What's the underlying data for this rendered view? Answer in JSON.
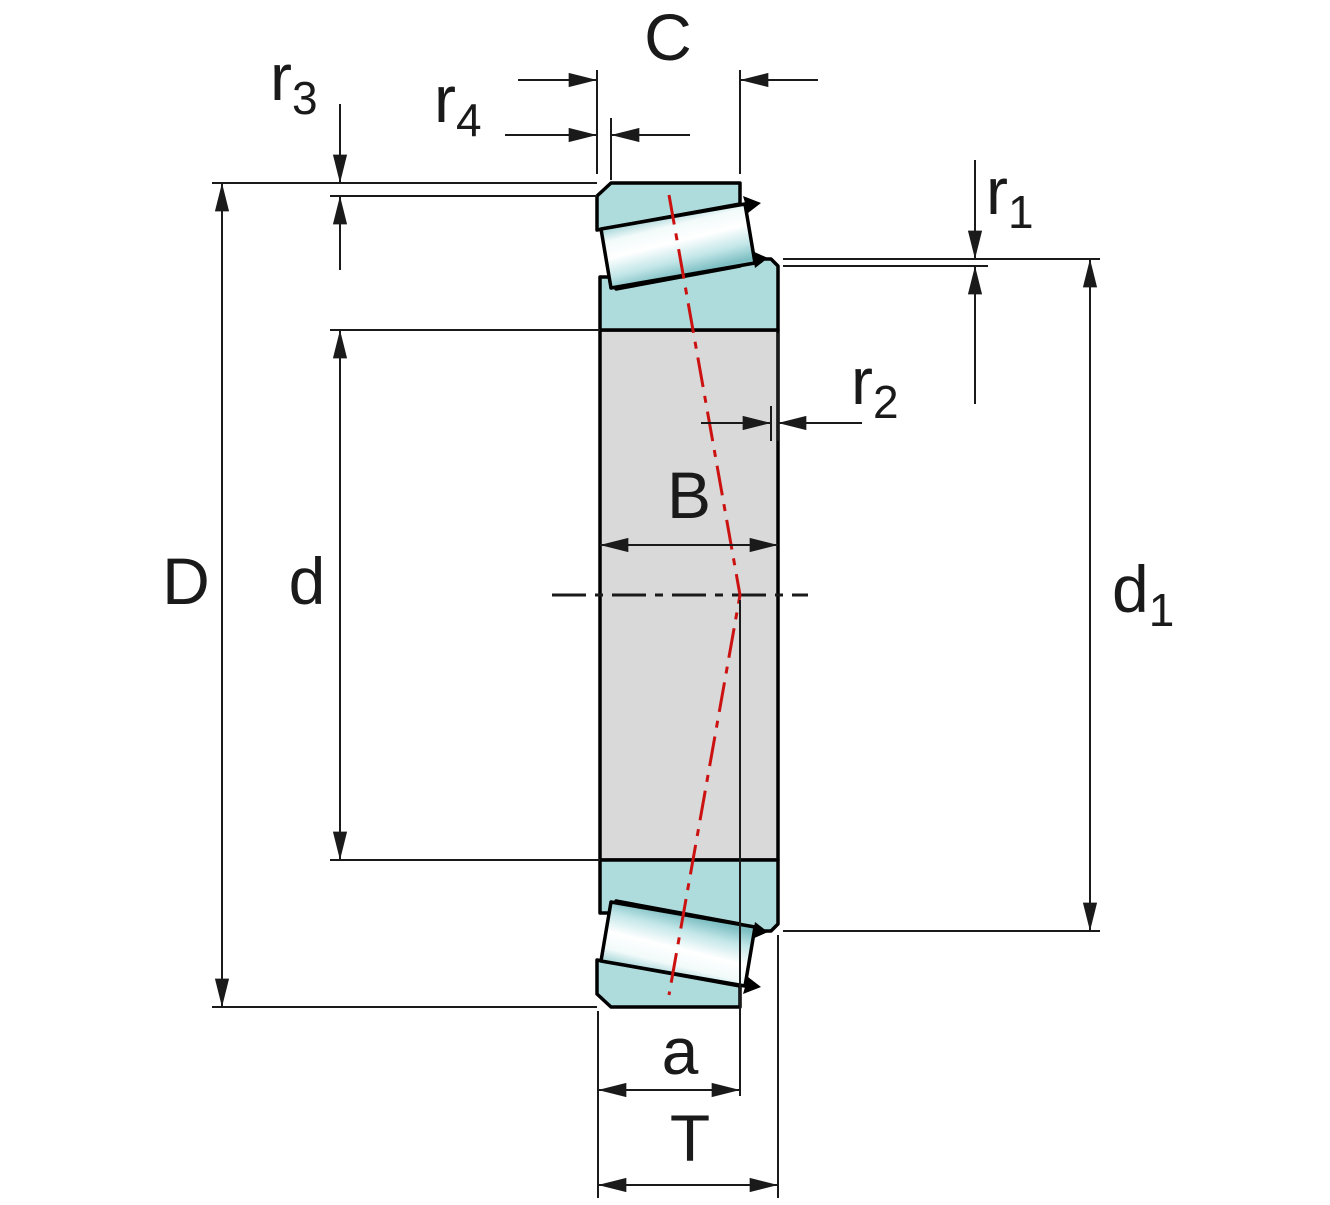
{
  "labels": {
    "outer_diameter": "D",
    "bore_diameter": "d",
    "cup_width": "C",
    "inner_ring_width": "B",
    "pressure_center_distance": "a",
    "total_width": "T",
    "rib_diameter": {
      "base": "d",
      "sub": "1"
    },
    "r1": {
      "base": "r",
      "sub": "1"
    },
    "r2": {
      "base": "r",
      "sub": "2"
    },
    "r3": {
      "base": "r",
      "sub": "3"
    },
    "r4": {
      "base": "r",
      "sub": "4"
    }
  },
  "colors": {
    "section_teal": "#aedbdc",
    "body_gray": "#d9d9d9",
    "outline_black": "#000000",
    "dimension_black": "#1a1a1a",
    "centerline_red": "#cc1111",
    "background_white": "#ffffff"
  }
}
